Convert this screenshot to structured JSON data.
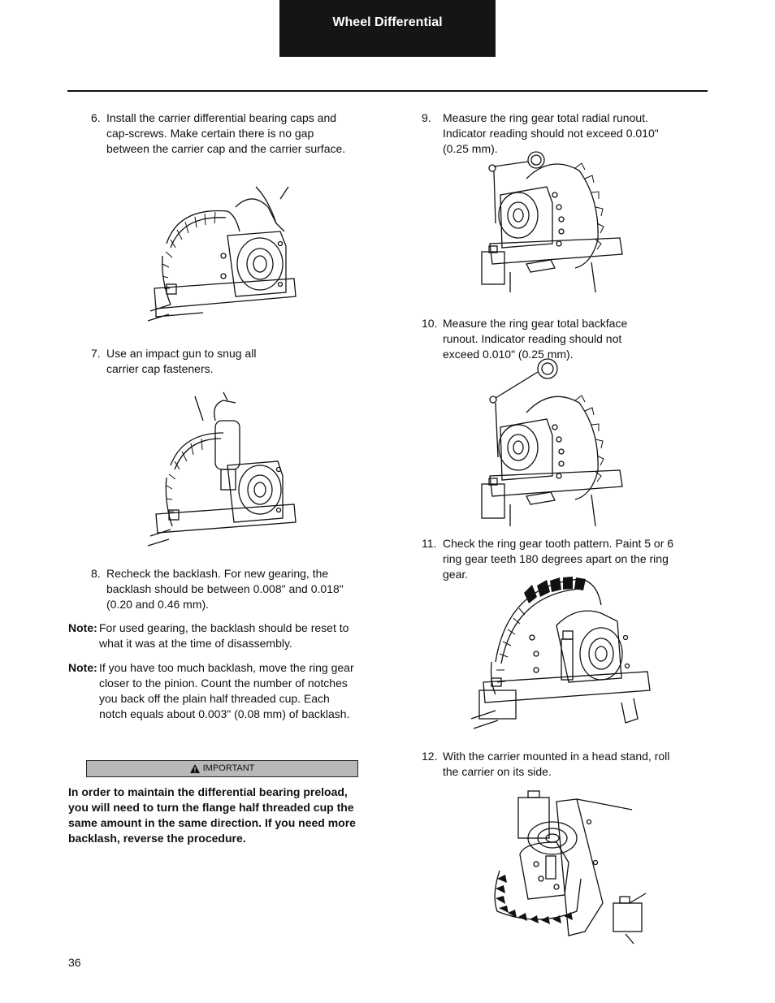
{
  "header": {
    "title": "Wheel Differential"
  },
  "steps": {
    "s6": {
      "num": "6.",
      "text": "Install the carrier differential bearing caps and cap-screws. Make certain there is no gap between the carrier cap and the carrier surface."
    },
    "s7": {
      "num": "7.",
      "text": "Use an impact gun to snug all carrier cap fasteners."
    },
    "s8": {
      "num": "8.",
      "text": "Recheck the backlash. For new gearing, the backlash should be between 0.008\" and 0.018\" (0.20 and 0.46 mm)."
    },
    "s9": {
      "num": "9.",
      "text": "Measure the ring gear total radial runout. Indicator reading should not exceed 0.010\" (0.25 mm)."
    },
    "s10": {
      "num": "10.",
      "text": "Measure the ring gear total backface runout. Indicator reading should not exceed 0.010\" (0.25 mm)."
    },
    "s11": {
      "num": "11.",
      "text": "Check the ring gear tooth pattern. Paint 5 or 6 ring gear teeth 180 degrees apart on the ring gear."
    },
    "s12": {
      "num": "12.",
      "text": "With the carrier mounted in a head stand, roll the carrier on its side."
    }
  },
  "notes": {
    "n1": {
      "label": "Note:",
      "text": "For used gearing, the backlash should be reset to what it was at the time of disassembly."
    },
    "n2": {
      "label": "Note:",
      "text": "If you have too much backlash, move the ring gear closer to the pinion. Count the number of notches you back off the plain half threaded cup. Each notch equals about 0.003\" (0.08 mm) of backlash."
    }
  },
  "important": {
    "label": "IMPORTANT",
    "text": "In order to maintain the differential bearing preload, you will need to turn the flange half threaded cup the same amount in the same direction. If you need more backlash, reverse the procedure."
  },
  "footer": {
    "page_number": "36"
  }
}
